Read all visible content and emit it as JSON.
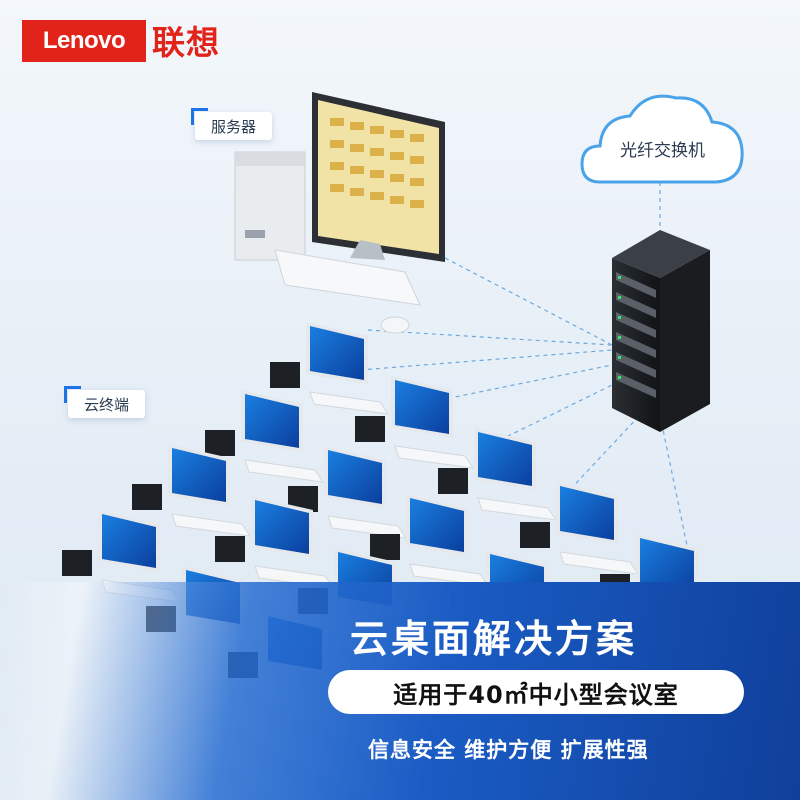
{
  "brand": {
    "logo_en": "Lenovo",
    "logo_cn": "联想",
    "color": "#e2231a"
  },
  "labels": {
    "server": "服务器",
    "switch": "光纤交换机",
    "client": "云终端"
  },
  "banner": {
    "title": "云桌面解决方案",
    "subtitle": "适用于40㎡中小型会议室",
    "features": "信息安全 维护方便 扩展性强",
    "color": "#1a5cc4"
  },
  "icons": [
    "server-pc-icon",
    "cloud-icon",
    "rack-server-icon",
    "thin-client-terminal-icon"
  ]
}
